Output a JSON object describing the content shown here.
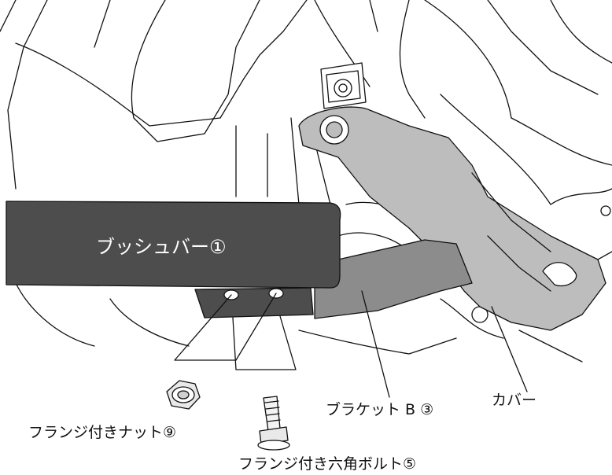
{
  "labels": {
    "push_bar": "ブッシュバー①",
    "bracket_b": "ブラケット B ③",
    "cover": "カバー",
    "flange_nut": "フランジ付きナット⑨",
    "flange_bolt": "フランジ付き六角ボルト⑤"
  },
  "colors": {
    "push_bar": "#4d4d4d",
    "bracket": "#8c8c8c",
    "cover": "#bdbdbd",
    "outline": "#111111",
    "background": "#ffffff"
  }
}
